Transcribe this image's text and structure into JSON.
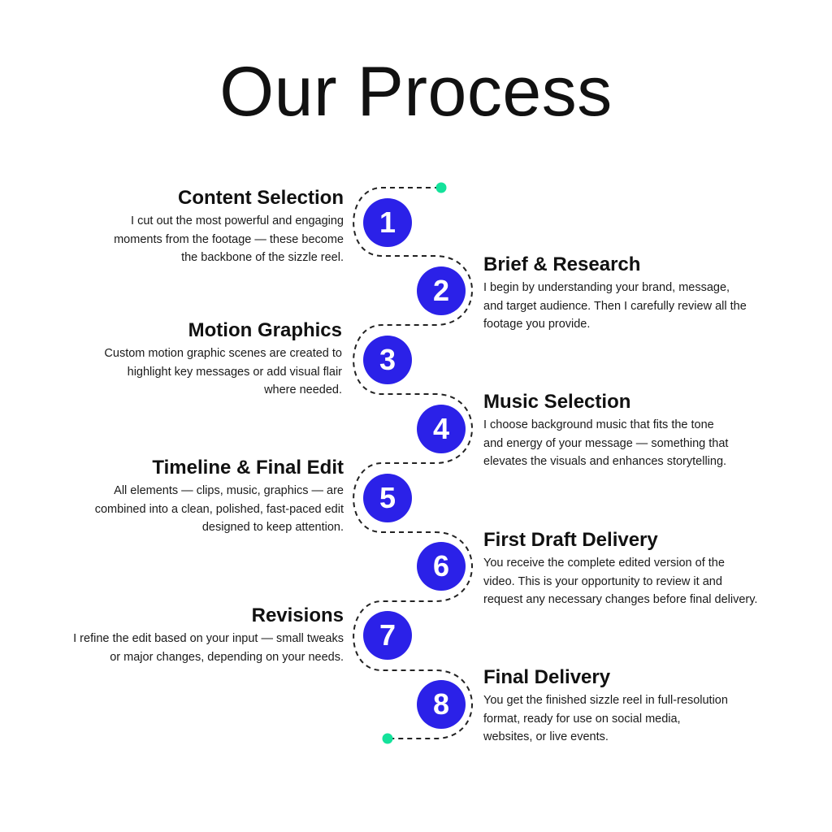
{
  "title": "Our Process",
  "colors": {
    "step_circle": "#2b21e8",
    "endpoint_dot": "#14e29b",
    "path_line": "#222222"
  },
  "steps": [
    {
      "number": "1",
      "title": "Content Selection",
      "lines": [
        "I cut out the most powerful and engaging",
        "moments from the footage — these become",
        "the backbone of the sizzle reel."
      ]
    },
    {
      "number": "2",
      "title": "Brief & Research",
      "lines": [
        "I begin by understanding your brand, message,",
        "and target audience. Then I carefully review all the",
        "footage you provide."
      ]
    },
    {
      "number": "3",
      "title": "Motion Graphics",
      "lines": [
        "Custom motion graphic scenes are created to",
        "highlight key messages or add visual flair",
        "where needed."
      ]
    },
    {
      "number": "4",
      "title": "Music Selection",
      "lines": [
        "I choose background music that fits the tone",
        "and energy of your message — something that",
        "elevates the visuals and enhances storytelling."
      ]
    },
    {
      "number": "5",
      "title": "Timeline & Final Edit",
      "lines": [
        "All elements — clips, music, graphics — are",
        "combined into a clean, polished, fast-paced edit",
        "designed to keep attention."
      ]
    },
    {
      "number": "6",
      "title": "First Draft Delivery",
      "lines": [
        "You receive the complete edited version of the",
        "video. This is your opportunity to review it and",
        "request any necessary changes before final delivery."
      ]
    },
    {
      "number": "7",
      "title": "Revisions",
      "lines": [
        "I refine the edit based on your input — small tweaks",
        "or major changes, depending on your needs."
      ]
    },
    {
      "number": "8",
      "title": "Final Delivery",
      "lines": [
        "You get the finished sizzle reel in full-resolution",
        "format, ready for use on social media,",
        "websites, or live events."
      ]
    }
  ]
}
